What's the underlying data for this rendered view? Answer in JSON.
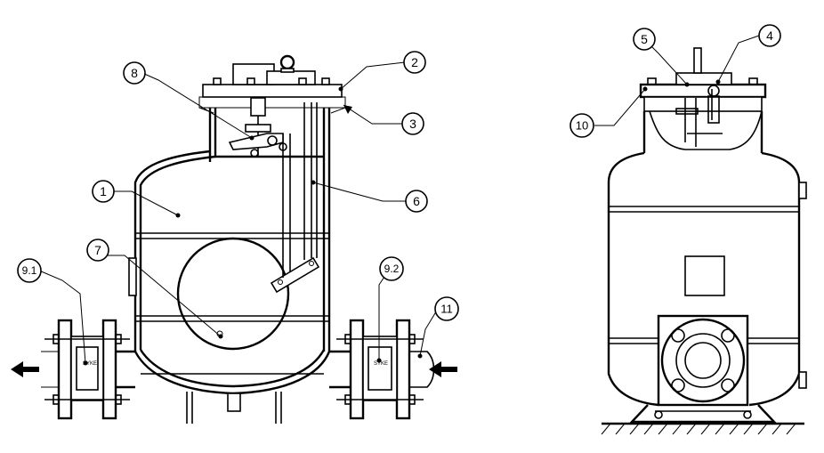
{
  "callouts": {
    "c1": "1",
    "c2": "2",
    "c3": "3",
    "c4": "4",
    "c5": "5",
    "c6": "6",
    "c7": "7",
    "c8": "8",
    "c9_1": "9.1",
    "c9_2": "9.2",
    "c10": "10",
    "c11": "11"
  },
  "colors": {
    "line": "#000000",
    "background": "#ffffff"
  },
  "icons": {
    "flow_arrow_left": "arrow-left-icon"
  }
}
